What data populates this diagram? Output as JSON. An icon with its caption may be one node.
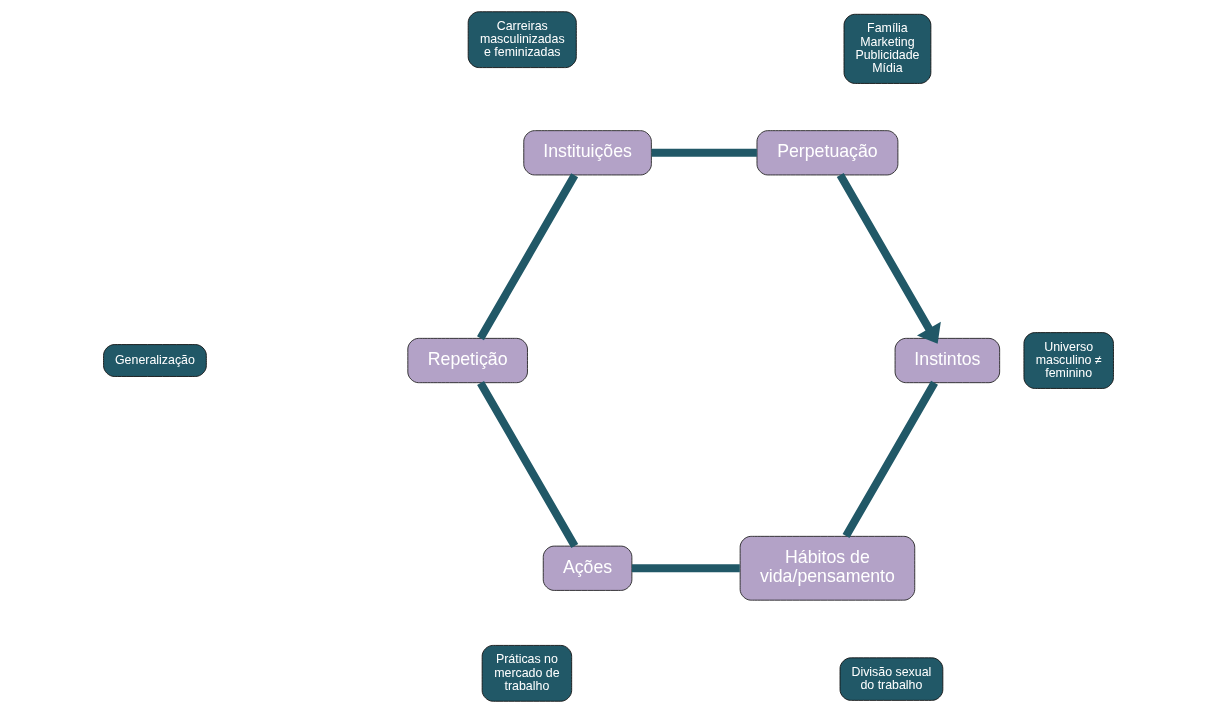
{
  "diagram": {
    "nodes": [
      {
        "text": [
          "Instintos"
        ]
      },
      {
        "text": [
          "Universo masculino ≠ feminino"
        ]
      },
      {
        "text": [
          "Hábitos de vida/pensamento"
        ]
      },
      {
        "text": [
          "Divisão sexual do trabalho"
        ]
      },
      {
        "text": [
          "Perpetuação"
        ]
      },
      {
        "text": [
          "Família",
          "Marketing",
          "Publicidade",
          "Mídia"
        ]
      },
      {
        "text": [
          "Ações"
        ]
      },
      {
        "text": [
          "Práticas no mercado de trabalho"
        ]
      },
      {
        "text": [
          "Instituições"
        ]
      },
      {
        "text": [
          "Carreiras masculinizadas e feminizadas"
        ]
      },
      {
        "text": [
          "Repetição"
        ]
      },
      {
        "text": [
          "Generalização"
        ]
      }
    ],
    "edges": [
      {
        "from": 0,
        "to": 2,
        "arrow": "none"
      },
      {
        "from": 2,
        "to": 6,
        "arrow": "none"
      },
      {
        "from": 6,
        "to": 10,
        "arrow": "none"
      },
      {
        "from": 10,
        "to": 8,
        "arrow": "none"
      },
      {
        "from": 8,
        "to": 4,
        "arrow": "none"
      },
      {
        "from": 4,
        "to": 0,
        "arrow": "to"
      }
    ]
  }
}
